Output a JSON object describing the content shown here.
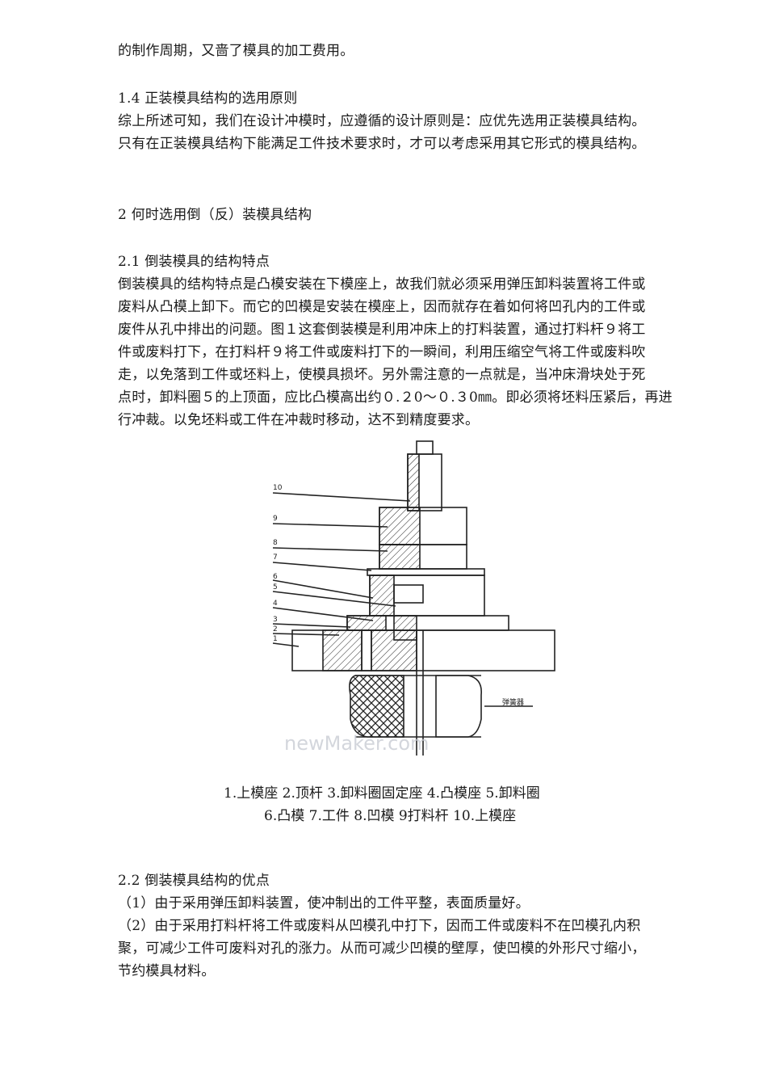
{
  "paragraphs": {
    "p0": "的制作周期，又啬了模具的加工费用。",
    "h14": "1.4 正装模具结构的选用原则",
    "p14a": "综上所述可知，我们在设计冲模时，应遵循的设计原则是：应优先选用正装模具结构。",
    "p14b": "只有在正装模具结构下能满足工件技术要求时，才可以考虑采用其它形式的模具结构。",
    "h2": "2 何时选用倒（反）装模具结构",
    "h21": "2.1 倒装模具的结构特点",
    "p21a": "倒装模具的结构特点是凸模安装在下模座上，故我们就必须采用弹压卸料装置将工件或",
    "p21b": "废料从凸模上卸下。而它的凹模是安装在模座上，因而就存在着如何将凹孔内的工件或",
    "p21c": "废件从孔中排出的问题。图１这套倒装模是利用冲床上的打料装置，通过打料杆９将工",
    "p21d": "件或废料打下，在打料杆９将工件或废料打下的一瞬间，利用压缩空气将工件或废料吹",
    "p21e": "走，以免落到工件或坯料上，使模具损坏。另外需注意的一点就是，当冲床滑块处于死",
    "p21f": "点时，卸料圈５的上顶面，应比凸模高出约０.２0～０.３0㎜。即必须将坯料压紧后，再进",
    "p21g": "行冲裁。以免坯料或工件在冲裁时移动，达不到精度要求。",
    "h22": "2.2 倒装模具结构的优点",
    "p22a": "（1）由于采用弹压卸料装置，使冲制出的工件平整，表面质量好。",
    "p22b": "（2）由于采用打料杆将工件或废料从凹模孔中打下，因而工件或废料不在凹模孔内积",
    "p22c": "聚，可减少工件可废料对孔的涨力。从而可减少凹模的壁厚，使凹模的外形尺寸缩小，",
    "p22d": "节约模具材料。"
  },
  "figure": {
    "labels": [
      "10",
      "9",
      "8",
      "7",
      "6",
      "5",
      "4",
      "3",
      "2",
      "1"
    ],
    "spring_label": "弹簧器",
    "watermark": "newMaker.com",
    "caption_line1": "1.上模座 2.顶杆 3.卸料圈固定座 4.凸模座 5.卸料圈",
    "caption_line2": "6.凸模 7.工件 8.凹模 9打料杆 10.上模座"
  }
}
